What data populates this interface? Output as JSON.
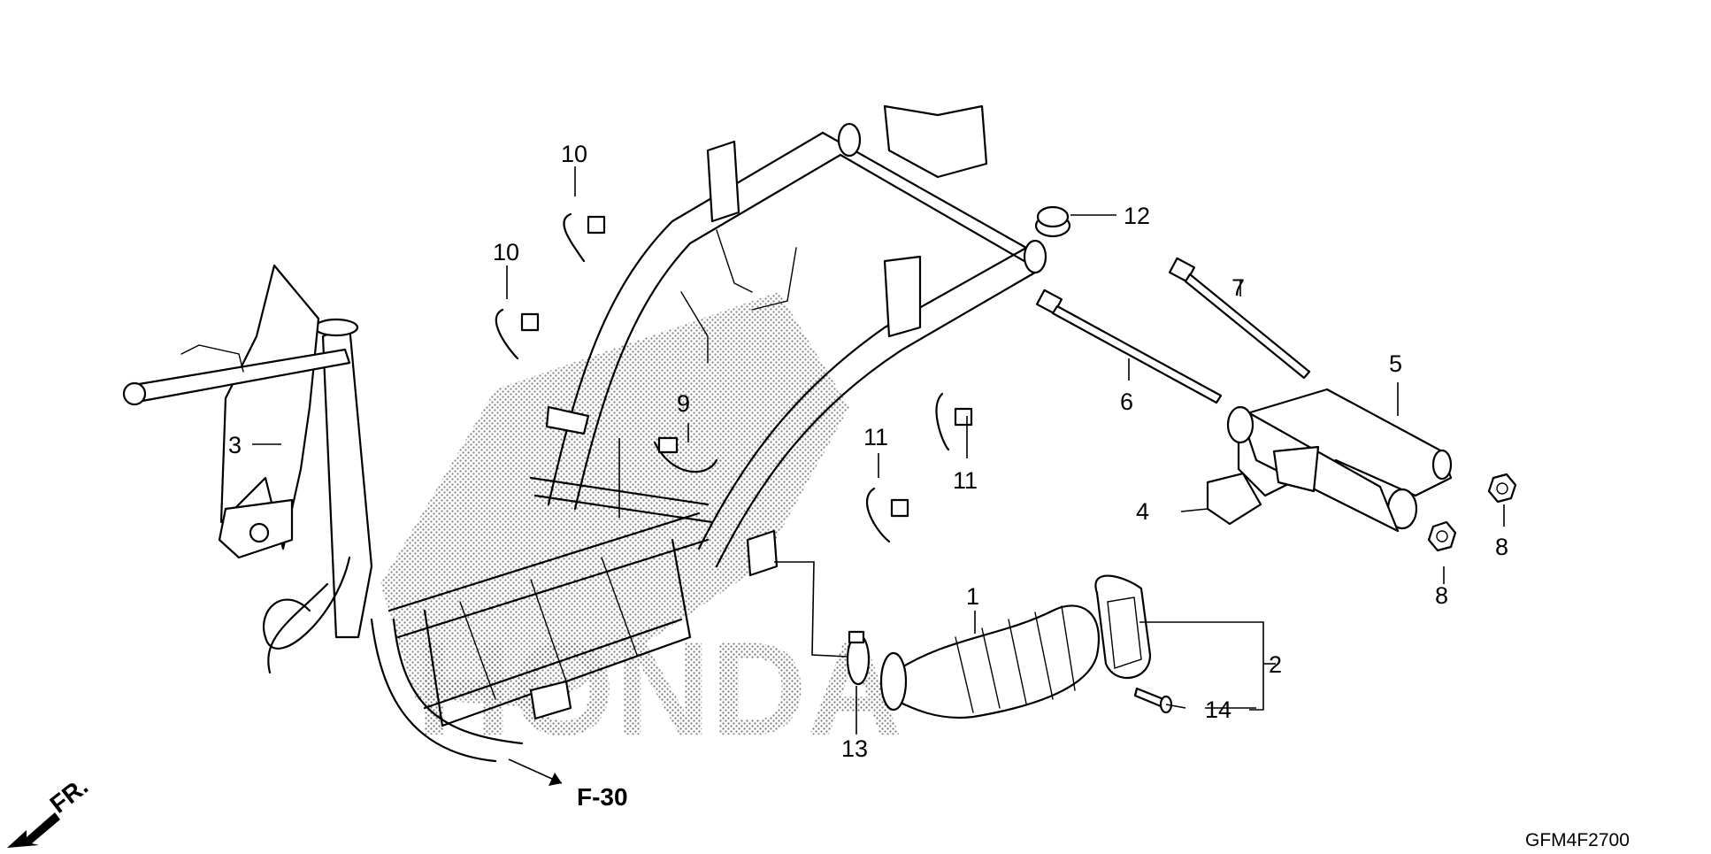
{
  "diagram": {
    "part_numbers": [
      "1",
      "2",
      "3",
      "4",
      "5",
      "6",
      "7",
      "8",
      "8",
      "9",
      "10",
      "10",
      "11",
      "11",
      "12",
      "13",
      "14"
    ],
    "reference_label": "F-30",
    "direction_label": "FR.",
    "drawing_code": "GFM4F2700",
    "watermark": "HONDA"
  }
}
